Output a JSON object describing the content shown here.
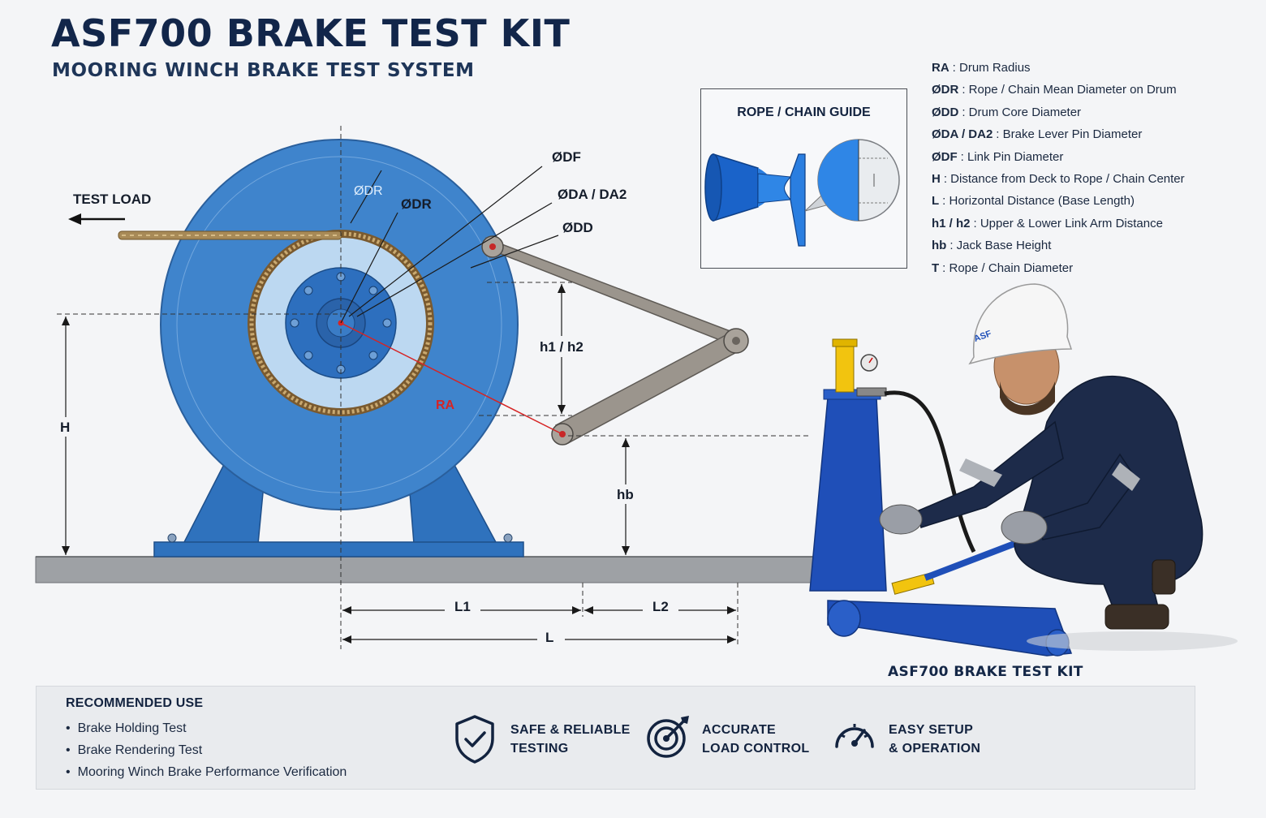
{
  "title": "ASF700 BRAKE TEST KIT",
  "subtitle": "MOORING WINCH BRAKE TEST SYSTEM",
  "diagram": {
    "test_load": "TEST LOAD",
    "labels": {
      "df": "ØDF",
      "da": "ØDA / DA2",
      "dd": "ØDD",
      "dr_outer": "ØDR",
      "dr_inner": "ØDR",
      "h1h2": "h1 / h2",
      "ra": "RA",
      "h": "H",
      "hb": "hb",
      "l1": "L1",
      "l2": "L2",
      "l": "L"
    },
    "colors": {
      "drum_blue": "#3f84cc",
      "jack_blue": "#1f4fb8",
      "arm_gray": "#9b958d",
      "rope": "#a88a57",
      "deck": "#9ea1a5"
    }
  },
  "guide": {
    "title": "ROPE / CHAIN GUIDE"
  },
  "legend": [
    {
      "sym": "RA",
      "text": ": Drum Radius"
    },
    {
      "sym": "ØDR",
      "text": ": Rope / Chain Mean Diameter on Drum"
    },
    {
      "sym": "ØDD",
      "text": ": Drum Core Diameter"
    },
    {
      "sym": "ØDA / DA2",
      "text": ": Brake Lever Pin Diameter"
    },
    {
      "sym": "ØDF",
      "text": ": Link Pin Diameter"
    },
    {
      "sym": "H",
      "text": ": Distance from Deck to Rope / Chain Center"
    },
    {
      "sym": "L",
      "text": ": Horizontal Distance (Base Length)"
    },
    {
      "sym": "h1 / h2",
      "text": ": Upper & Lower Link Arm Distance"
    },
    {
      "sym": "hb",
      "text": ": Jack Base Height"
    },
    {
      "sym": "T",
      "text": ": Rope / Chain Diameter"
    }
  ],
  "helmet_text": "ASF",
  "kit_caption": "ASF700 BRAKE TEST KIT",
  "recommended": {
    "title": "RECOMMENDED USE",
    "items": [
      "Brake Holding Test",
      "Brake Rendering Test",
      "Mooring Winch Brake Performance Verification"
    ]
  },
  "features": [
    {
      "icon": "shield-check-icon",
      "line1": "SAFE & RELIABLE",
      "line2": "TESTING"
    },
    {
      "icon": "target-icon",
      "line1": "ACCURATE",
      "line2": "LOAD CONTROL"
    },
    {
      "icon": "gauge-icon",
      "line1": "EASY SETUP",
      "line2": "& OPERATION"
    }
  ]
}
